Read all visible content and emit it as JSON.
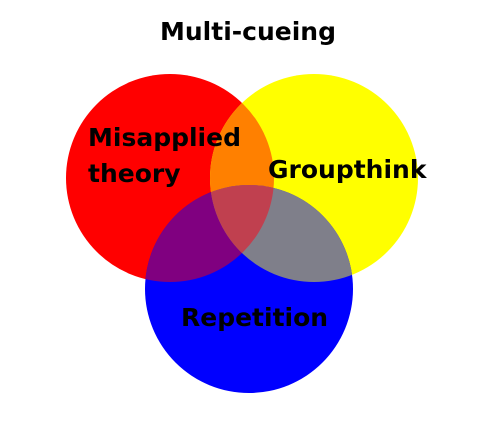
{
  "title": "Multi-cueing",
  "sets": {
    "red": {
      "label_line1": "Misapplied",
      "label_line2": "theory",
      "color": "#ff0000"
    },
    "yellow": {
      "label": "Groupthink",
      "color": "#ffff00"
    },
    "blue": {
      "label": "Repetition",
      "color": "#0000ff"
    }
  },
  "overlap_colors": {
    "red_yellow": "#ff8000",
    "red_blue": "#800080",
    "yellow_blue": "#7f7f8a",
    "all": "#c0404f"
  }
}
